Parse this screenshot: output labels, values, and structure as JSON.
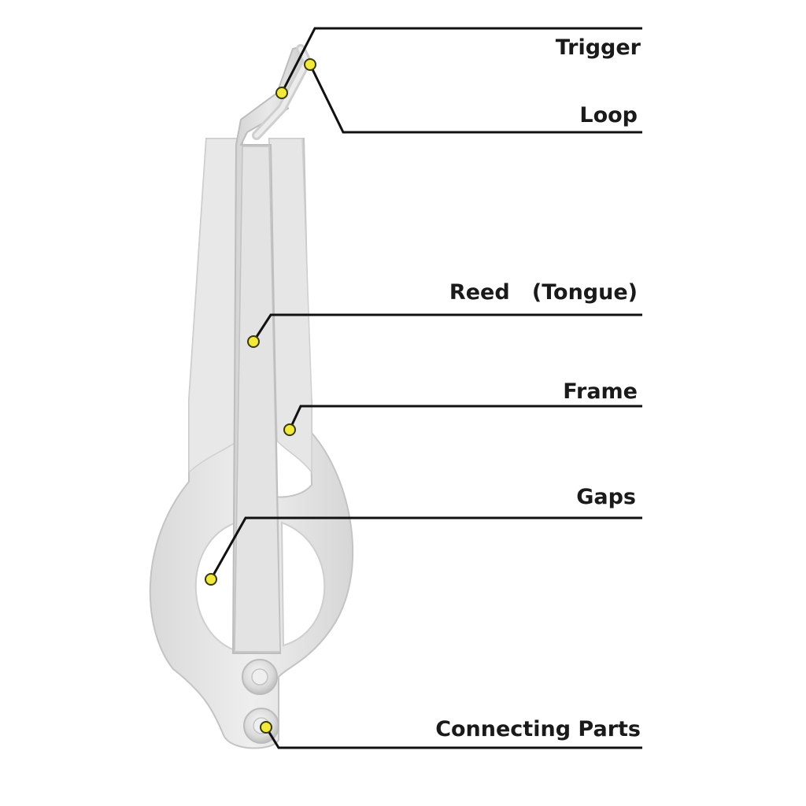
{
  "labels": [
    {
      "id": "trigger",
      "text": "Trigger"
    },
    {
      "id": "loop",
      "text": "Loop"
    },
    {
      "id": "reed",
      "text": "Reed   (Tongue)"
    },
    {
      "id": "frame",
      "text": "Frame"
    },
    {
      "id": "gaps",
      "text": "Gaps"
    },
    {
      "id": "connecting",
      "text": "Connecting Parts"
    }
  ],
  "colors": {
    "background": "#ffffff",
    "metal": "#e4e4e4",
    "metal_edge": "#c8c8c8",
    "marker": "#f2e93a",
    "line": "#111111",
    "text": "#1a1a1a"
  }
}
